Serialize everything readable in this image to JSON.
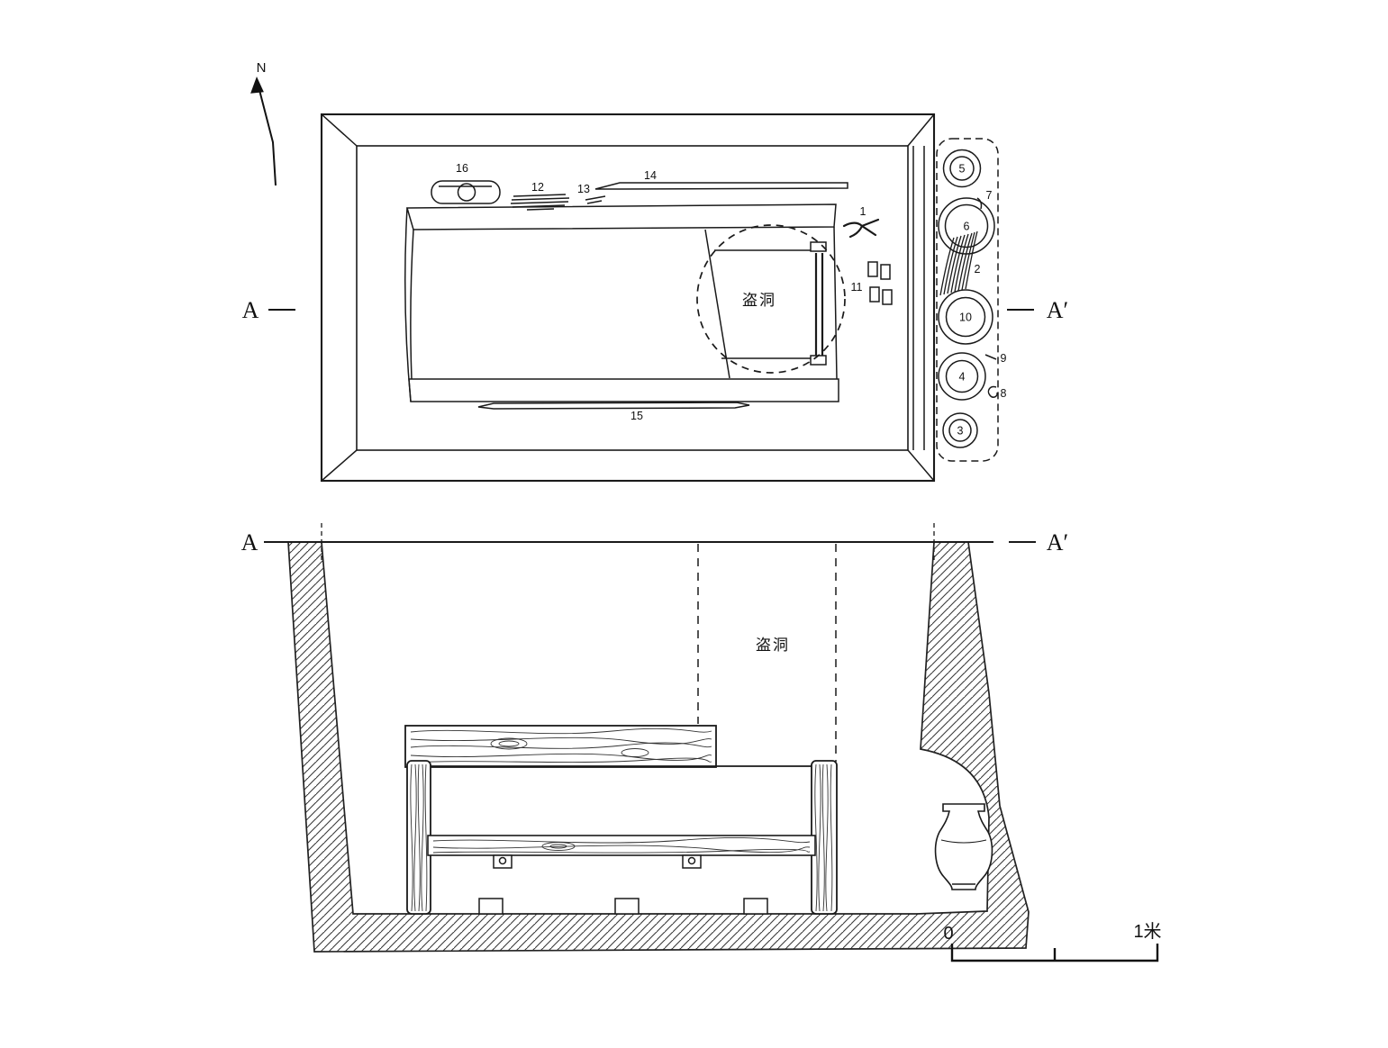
{
  "ink": "#1a1a1a",
  "compass": {
    "label": "N"
  },
  "plan": {
    "marker_left": "A",
    "marker_right": "A′",
    "robber_hole_label": "盗洞",
    "item_labels": {
      "n1": "1",
      "n2": "2",
      "n3": "3",
      "n4": "4",
      "n5": "5",
      "n6": "6",
      "n7": "7",
      "n8": "8",
      "n9": "9",
      "n10": "10",
      "n11": "11",
      "n12": "12",
      "n13": "13",
      "n14": "14",
      "n15": "15",
      "n16": "16"
    }
  },
  "section": {
    "marker_left": "A",
    "marker_right": "A′",
    "robber_hole_label": "盗洞"
  },
  "scale_bar": {
    "zero": "0",
    "unit": "1米"
  }
}
